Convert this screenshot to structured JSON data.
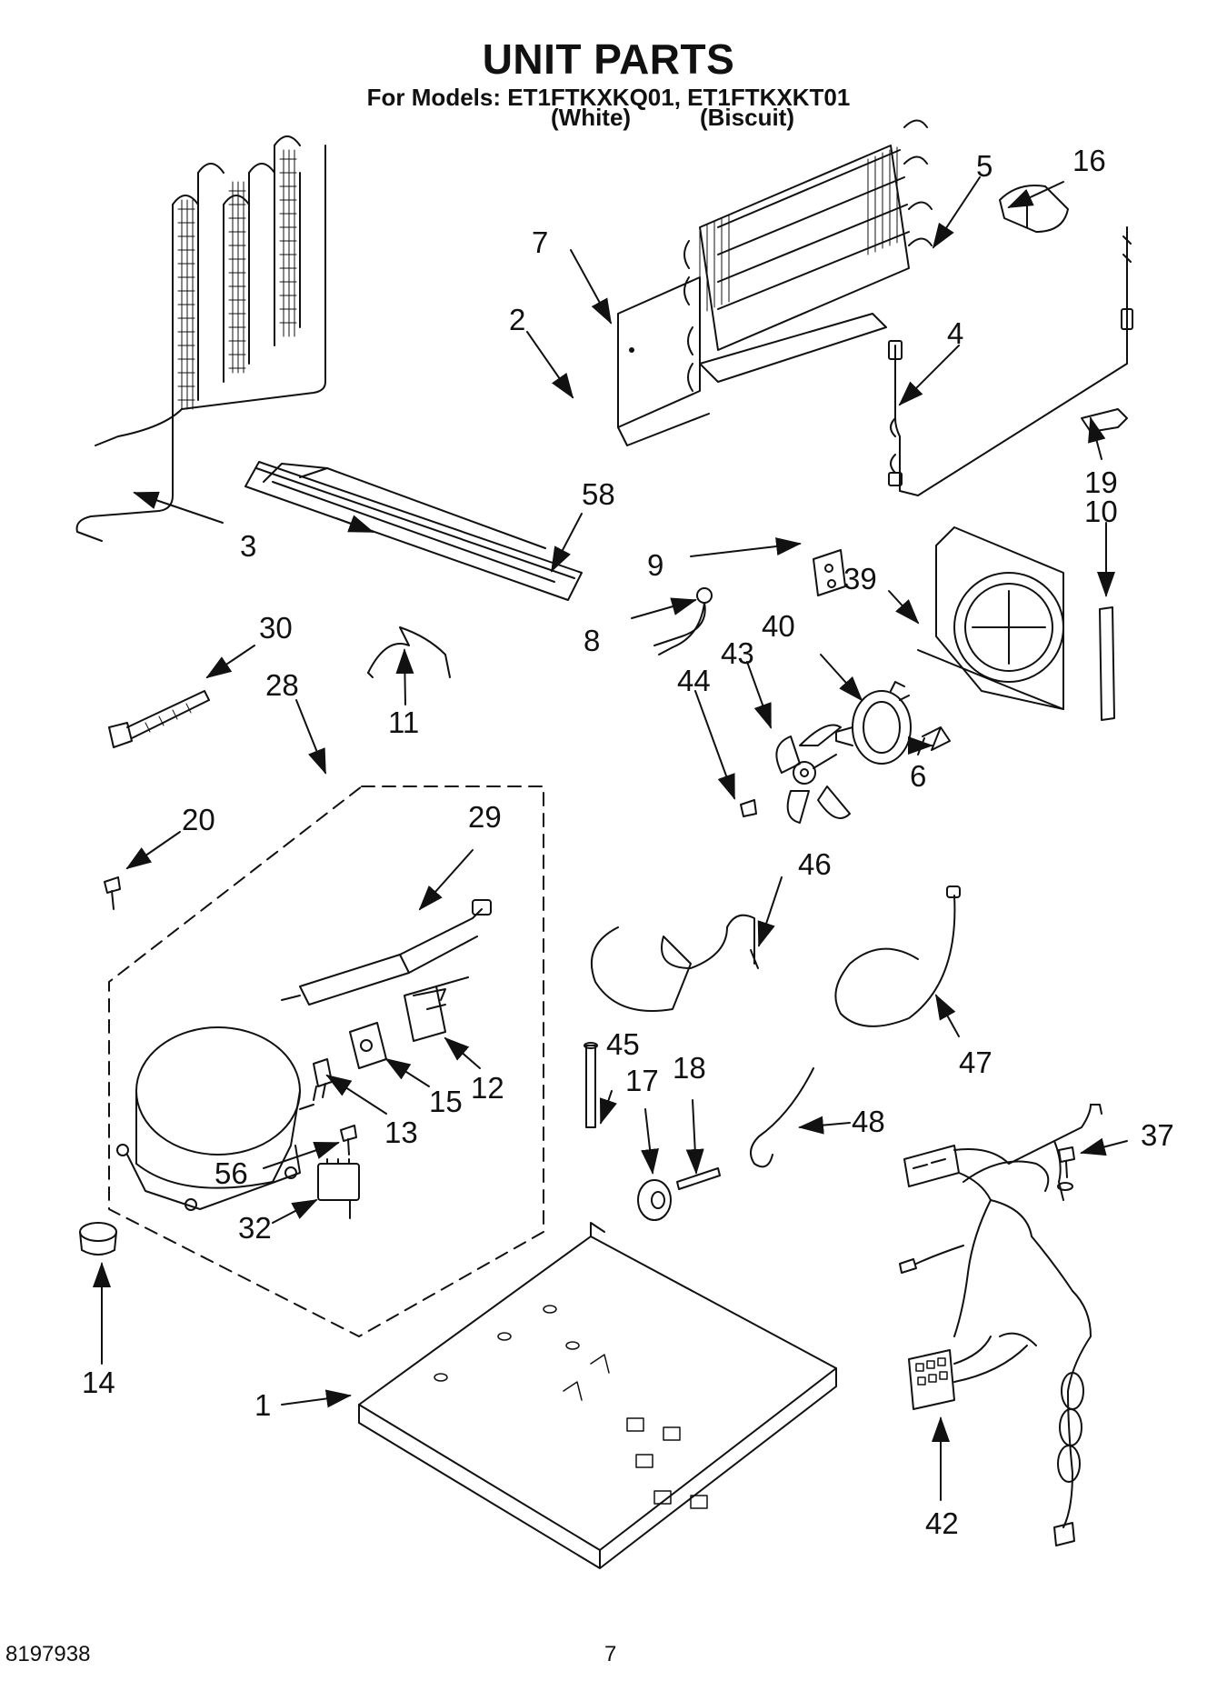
{
  "header": {
    "title": "UNIT PARTS",
    "models_line": "For Models: ET1FTKXKQ01, ET1FTKXKT01",
    "variant_white": "(White)",
    "variant_biscuit": "(Biscuit)"
  },
  "callouts": {
    "c1": "1",
    "c2": "2",
    "c3": "3",
    "c4": "4",
    "c5": "5",
    "c6": "6",
    "c7": "7",
    "c8": "8",
    "c9": "9",
    "c10": "10",
    "c11": "11",
    "c12": "12",
    "c13": "13",
    "c14": "14",
    "c15": "15",
    "c16": "16",
    "c17": "17",
    "c18": "18",
    "c19": "19",
    "c20": "20",
    "c28": "28",
    "c29": "29",
    "c30": "30",
    "c32": "32",
    "c37": "37",
    "c39": "39",
    "c40": "40",
    "c42": "42",
    "c43": "43",
    "c44": "44",
    "c45": "45",
    "c46": "46",
    "c47": "47",
    "c48": "48",
    "c56": "56",
    "c58": "58"
  },
  "footer": {
    "doc_number": "8197938",
    "page_number": "7"
  }
}
